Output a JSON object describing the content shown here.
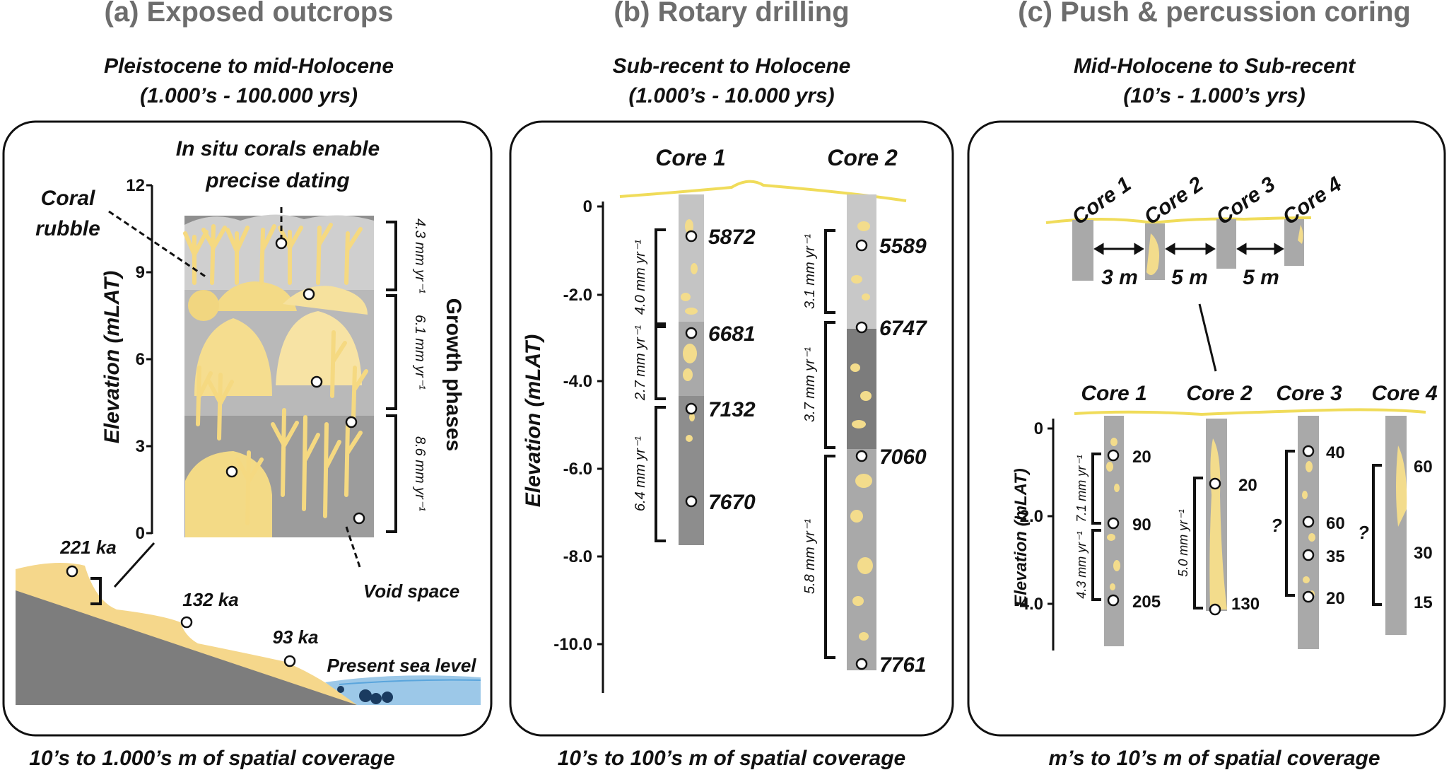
{
  "panel_a": {
    "title": "(a) Exposed outcrops",
    "subtitle_line1": "Pleistocene to mid-Holocene",
    "subtitle_line2": "(1.000’s - 100.000 yrs)",
    "footer": "10’s to 1.000’s m of spatial coverage",
    "axis_label": "Elevation (mLAT)",
    "ticks": [
      "12",
      "9",
      "6",
      "3",
      "0"
    ],
    "label_in_situ_1": "In situ corals enable",
    "label_in_situ_2": "precise dating",
    "label_rubble_1": "Coral",
    "label_rubble_2": "rubble",
    "growth_phases": "Growth phases",
    "rates": [
      "4.3 mm yr⁻¹",
      "6.1 mm yr⁻¹",
      "8.6 mm yr⁻¹"
    ],
    "void_space": "Void space",
    "terraces": [
      "221 ka",
      "132 ka",
      "93 ka"
    ],
    "present_sea_level": "Present sea level"
  },
  "panel_b": {
    "title": "(b) Rotary drilling",
    "subtitle_line1": "Sub-recent to Holocene",
    "subtitle_line2": "(1.000’s - 10.000 yrs)",
    "footer": "10’s to 100’s m of spatial coverage",
    "axis_label": "Elevation (mLAT)",
    "ticks": [
      "0",
      "-2.0",
      "-4.0",
      "-6.0",
      "-8.0",
      "-10.0"
    ],
    "core1": {
      "label": "Core 1",
      "ages": [
        "5872",
        "6681",
        "7132",
        "7670"
      ],
      "rates": [
        "4.0 mm yr⁻¹",
        "2.7 mm yr⁻¹",
        "6.4 mm yr⁻¹"
      ]
    },
    "core2": {
      "label": "Core 2",
      "ages": [
        "5589",
        "6747",
        "7060",
        "7761"
      ],
      "rates": [
        "3.1 mm yr⁻¹",
        "3.7 mm yr⁻¹",
        "5.8 mm yr⁻¹"
      ]
    }
  },
  "panel_c": {
    "title": "(c) Push & percussion coring",
    "subtitle_line1": "Mid-Holocene to Sub-recent",
    "subtitle_line2": "(10’s - 1.000’s yrs)",
    "footer": "m’s to 10’s m of spatial coverage",
    "axis_label": "Elevation (mLAT)",
    "ticks": [
      "0",
      "-2.0",
      "-4.0"
    ],
    "core_labels": [
      "Core 1",
      "Core 2",
      "Core 3",
      "Core 4"
    ],
    "spacings": [
      "3 m",
      "5 m",
      "5 m"
    ],
    "core1": {
      "ages": [
        "20",
        "90",
        "205"
      ],
      "rates": [
        "7.1 mm yr⁻¹",
        "4.3 mm yr⁻¹"
      ]
    },
    "core2": {
      "ages": [
        "20",
        "130"
      ],
      "rates": [
        "5.0 mm yr⁻¹"
      ]
    },
    "core3": {
      "ages": [
        "40",
        "60",
        "35",
        "20"
      ],
      "unknown": "?"
    },
    "core4": {
      "ages": [
        "60",
        "30",
        "15"
      ],
      "unknown": "?"
    }
  }
}
